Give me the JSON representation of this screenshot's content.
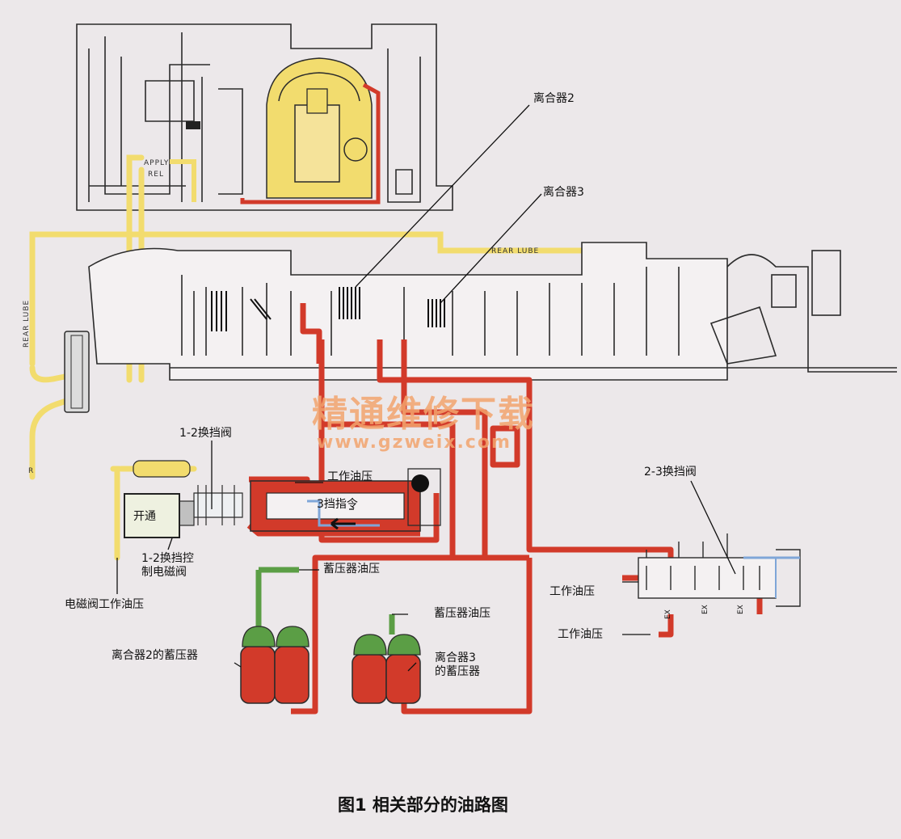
{
  "labels": {
    "clutch2": "离合器2",
    "clutch3": "离合器3",
    "rear_lube": "REAR LUBE",
    "lube_vertical": "REAR LUBE",
    "lube_r": "R",
    "apply": "APPLY",
    "rel": "REL",
    "valve_12": "1-2换挡阀",
    "work_pressure_1": "工作油压",
    "third_gear_cmd": "3挡指令",
    "open": "开通",
    "solenoid_12": "1-2换挡控\n制电磁阀",
    "solenoid_pressure": "电磁阀工作油压",
    "accum_pressure_1": "蓄压器油压",
    "accum_pressure_2": "蓄压器油压",
    "clutch2_accum": "离合器2的蓄压器",
    "clutch3_accum": "离合器3\n的蓄压器",
    "valve_23": "2-3换挡阀",
    "work_pressure_2": "工作油压",
    "work_pressure_3": "工作油压",
    "ex1": "EX",
    "ex2": "EX",
    "ex3": "EX"
  },
  "watermark": {
    "line1": "精通维修下载",
    "line2": "www.gzweix.com"
  },
  "caption": "图1 相关部分的油路图",
  "colors": {
    "background": "#ece8ea",
    "line_pressure": "#d23a2a",
    "accumulator": "#5b9e45",
    "lube": "#f2dc6e",
    "outline": "#2b2b2b",
    "watermark": "#f3a46e",
    "blue_line": "#7fa6d8"
  }
}
